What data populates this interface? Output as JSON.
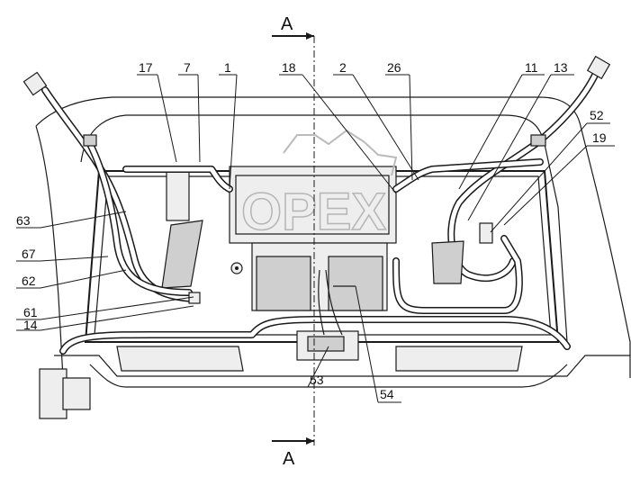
{
  "section": {
    "top": "A",
    "bottom": "A"
  },
  "callouts": {
    "c17": "17",
    "c7": "7",
    "c1": "1",
    "c18": "18",
    "c2": "2",
    "c26": "26",
    "c11": "11",
    "c13": "13",
    "c52": "52",
    "c19": "19",
    "c63": "63",
    "c67": "67",
    "c62": "62",
    "c61": "61",
    "c14": "14",
    "c53": "53",
    "c54": "54"
  }
}
